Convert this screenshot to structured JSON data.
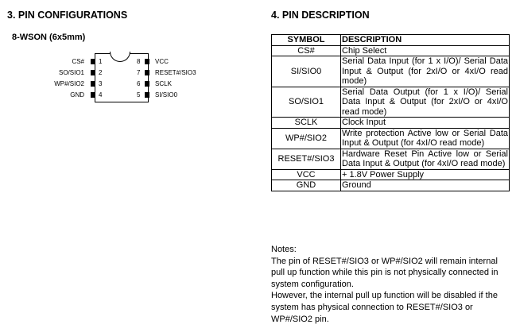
{
  "section3_title": "3. PIN CONFIGURATIONS",
  "package_label": "8-WSON (6x5mm)",
  "pins_left": [
    {
      "num": "1",
      "label": "CS#"
    },
    {
      "num": "2",
      "label": "SO/SIO1"
    },
    {
      "num": "3",
      "label": "WP#/SIO2"
    },
    {
      "num": "4",
      "label": "GND"
    }
  ],
  "pins_right": [
    {
      "num": "8",
      "label": "VCC"
    },
    {
      "num": "7",
      "label": "RESET#/SIO3"
    },
    {
      "num": "6",
      "label": "SCLK"
    },
    {
      "num": "5",
      "label": "SI/SIO0"
    }
  ],
  "section4_title": "4. PIN DESCRIPTION",
  "table": {
    "headers": [
      "SYMBOL",
      "DESCRIPTION"
    ],
    "rows": [
      {
        "symbol": "CS#",
        "description": "Chip Select"
      },
      {
        "symbol": "SI/SIO0",
        "description": "Serial Data Input (for 1 x I/O)/ Serial Data Input & Output (for 2xI/O or 4xI/O read mode)"
      },
      {
        "symbol": "SO/SIO1",
        "description": "Serial Data Output (for 1 x I/O)/ Serial Data Input & Output (for 2xI/O or 4xI/O read mode)"
      },
      {
        "symbol": "SCLK",
        "description": "Clock Input"
      },
      {
        "symbol": "WP#/SIO2",
        "description": "Write protection Active low or Serial Data Input & Output (for 4xI/O read mode)"
      },
      {
        "symbol": "RESET#/SIO3",
        "description": "Hardware Reset Pin Active low or Serial Data Input & Output (for 4xI/O read mode)"
      },
      {
        "symbol": "VCC",
        "description": "+ 1.8V Power Supply"
      },
      {
        "symbol": "GND",
        "description": "Ground"
      }
    ]
  },
  "notes": {
    "title": "Notes:",
    "line1": "The pin of RESET#/SIO3 or WP#/SIO2 will remain internal pull up function while this pin is not physically connected in system configuration.",
    "line2": "However, the internal pull up function will be disabled if the system has physical connection to RESET#/SIO3 or WP#/SIO2 pin."
  }
}
